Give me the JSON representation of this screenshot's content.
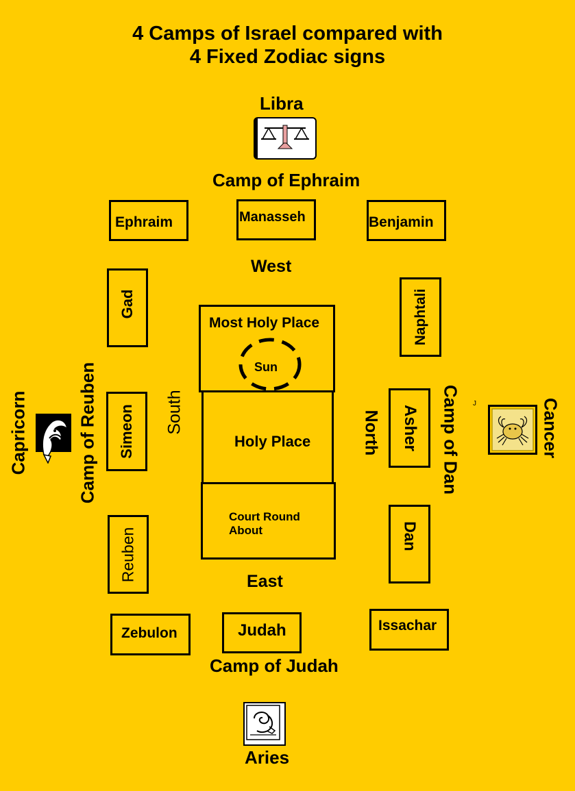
{
  "title": {
    "line1": "4 Camps of Israel compared with",
    "line2": "4 Fixed Zodiac signs"
  },
  "zodiac": {
    "north": "Libra",
    "west": "Capricorn",
    "east": "Cancer",
    "south": "Aries",
    "icons": [
      "libra-scales-icon",
      "capricorn-goat-icon",
      "cancer-crab-icon",
      "aries-ram-icon"
    ]
  },
  "camps": {
    "ephraim": "Camp of Ephraim",
    "reuben": "Camp of Reuben",
    "dan": "Camp of Dan",
    "judah": "Camp of Judah"
  },
  "directions": {
    "west": "West",
    "south": "South",
    "north": "North",
    "east": "East"
  },
  "tribes": {
    "ephraim": "Ephraim",
    "manasseh": "Manasseh",
    "benjamin": "Benjamin",
    "gad": "Gad",
    "simeon": "Simeon",
    "reuben": "Reuben",
    "naphtali": "Naphtali",
    "asher": "Asher",
    "dan": "Dan",
    "zebulon": "Zebulon",
    "judah": "Judah",
    "issachar": "Issachar"
  },
  "tabernacle": {
    "most_holy": "Most Holy Place",
    "sun": "Sun",
    "holy": "Holy Place",
    "court_line1": "Court Round",
    "court_line2": "About"
  },
  "stray_mark": "J",
  "colors": {
    "background": "#ffcc00",
    "ink": "#000000"
  }
}
